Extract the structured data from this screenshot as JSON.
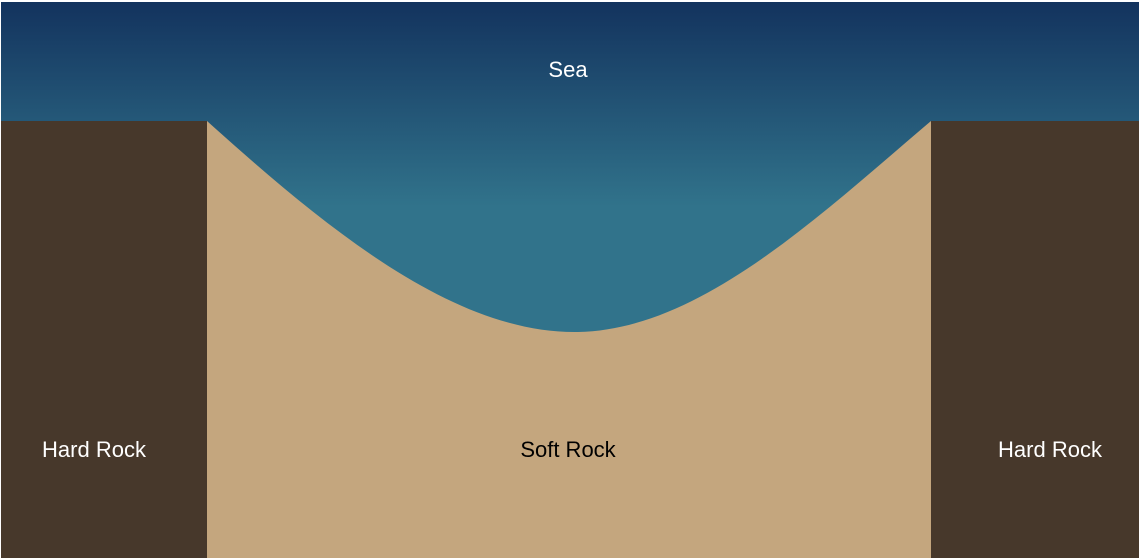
{
  "labels": {
    "sea": "Sea",
    "hard_rock_left": "Hard Rock",
    "soft_rock": "Soft Rock",
    "hard_rock_right": "Hard Rock"
  },
  "colors": {
    "sea_top": "#13335e",
    "sea_mid": "#31738b",
    "soft_rock": "#c4a67e",
    "hard_rock": "#47382b",
    "label_light": "#ffffff",
    "label_dark": "#000000"
  }
}
